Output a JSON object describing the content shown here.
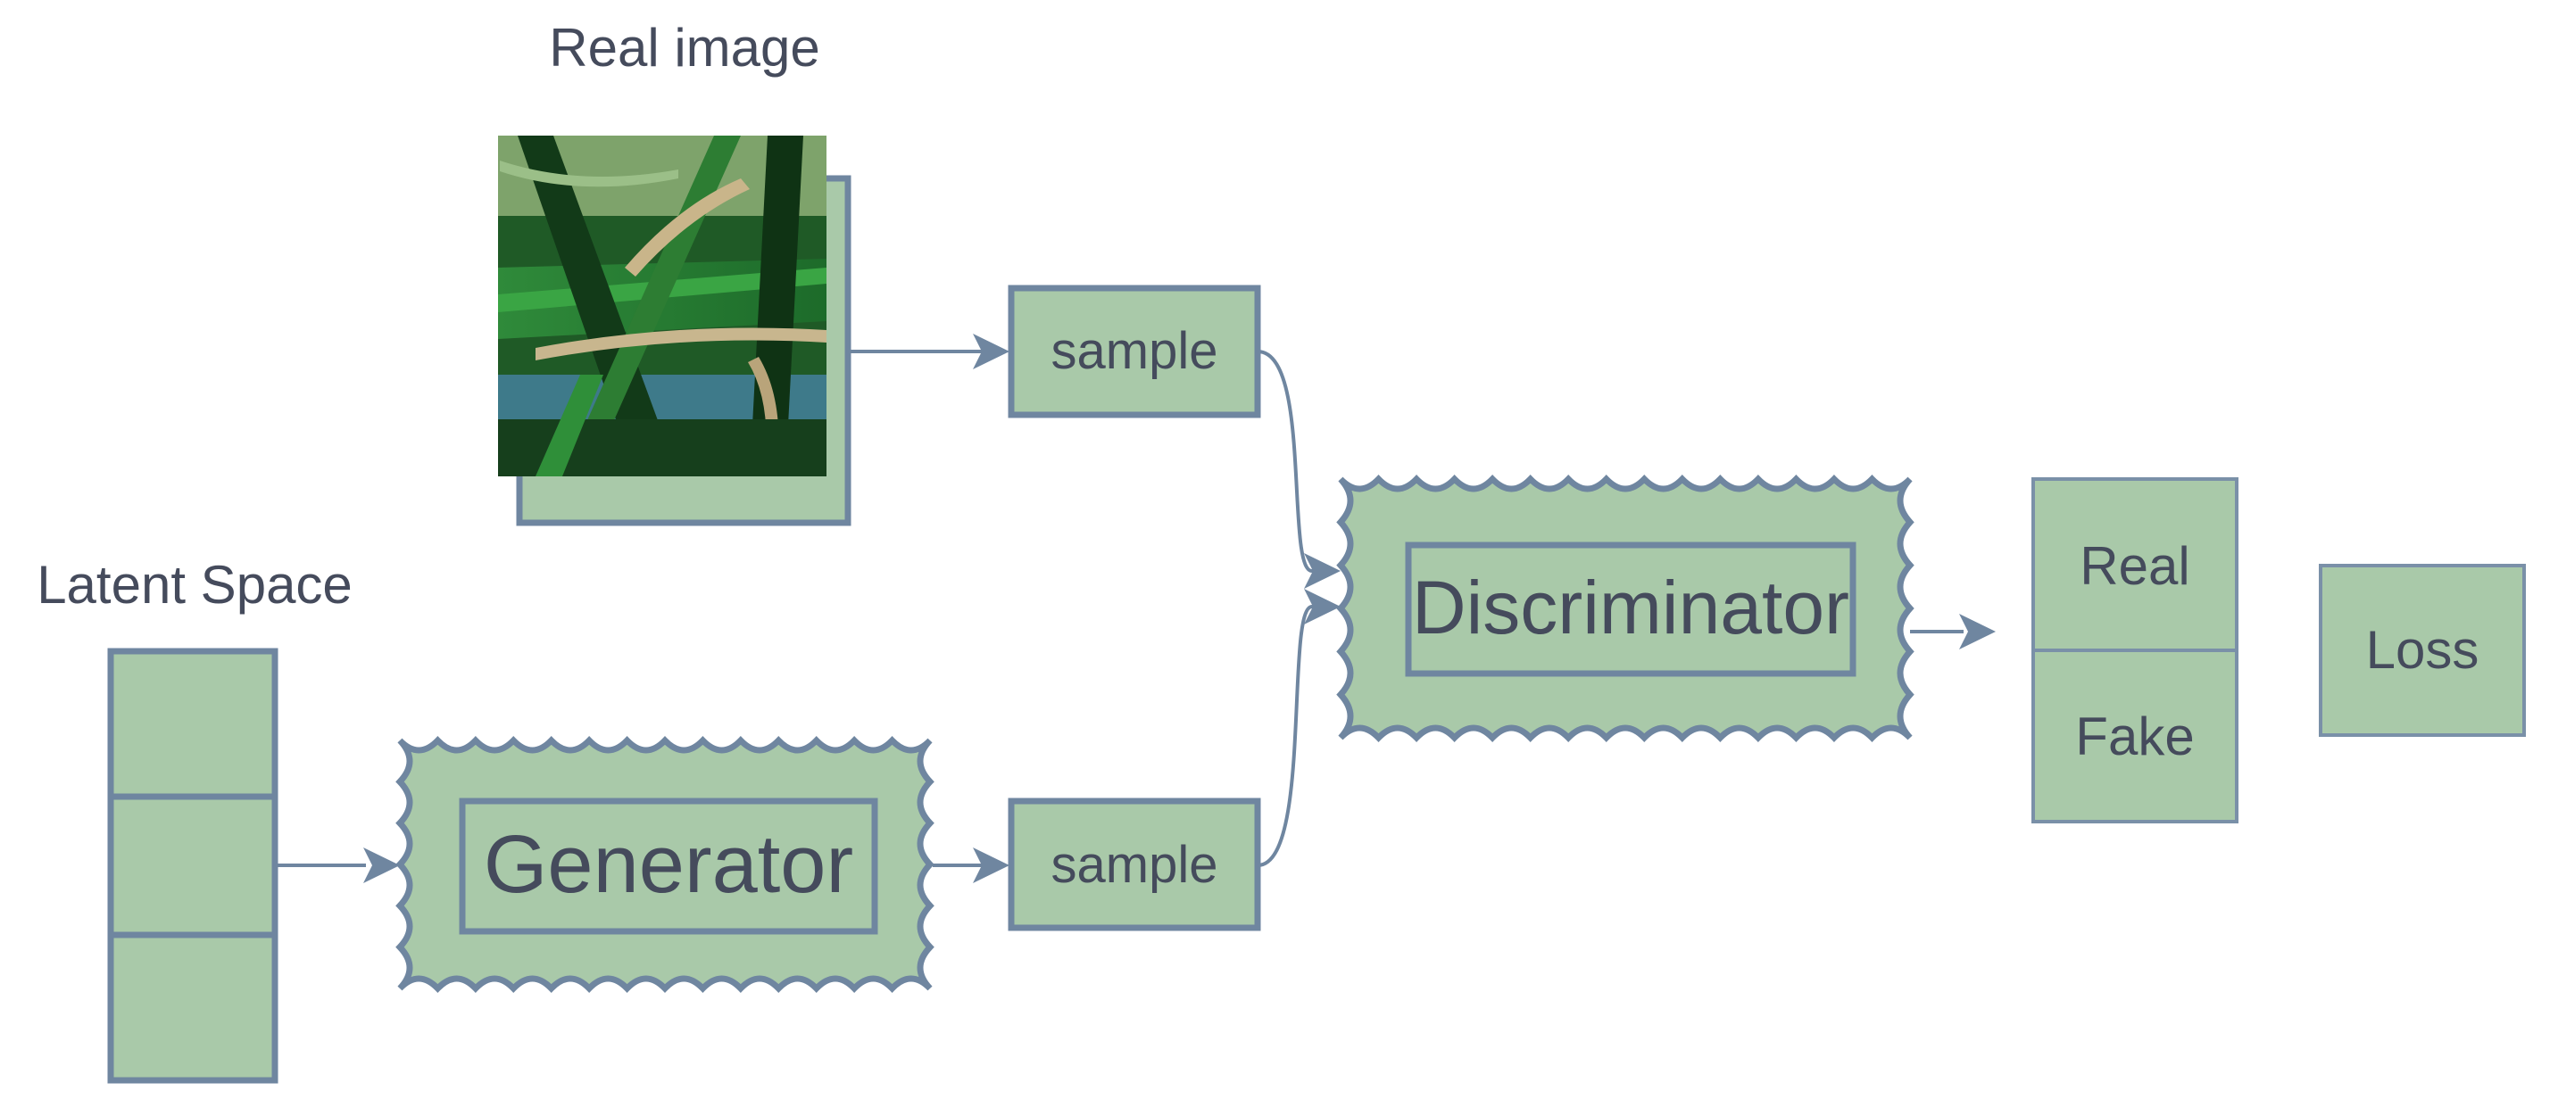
{
  "labels": {
    "real_image": "Real image",
    "latent_space": "Latent Space",
    "generator": "Generator",
    "discriminator": "Discriminator",
    "sample_top": "sample",
    "sample_bottom": "sample",
    "real": "Real",
    "fake": "Fake",
    "loss": "Loss"
  },
  "colors": {
    "box_fill": "#a9c9a9",
    "box_stroke": "#6f86a0",
    "text": "#454b5c"
  },
  "icons": {
    "real_image_thumbnail": "grass-photo-icon"
  }
}
